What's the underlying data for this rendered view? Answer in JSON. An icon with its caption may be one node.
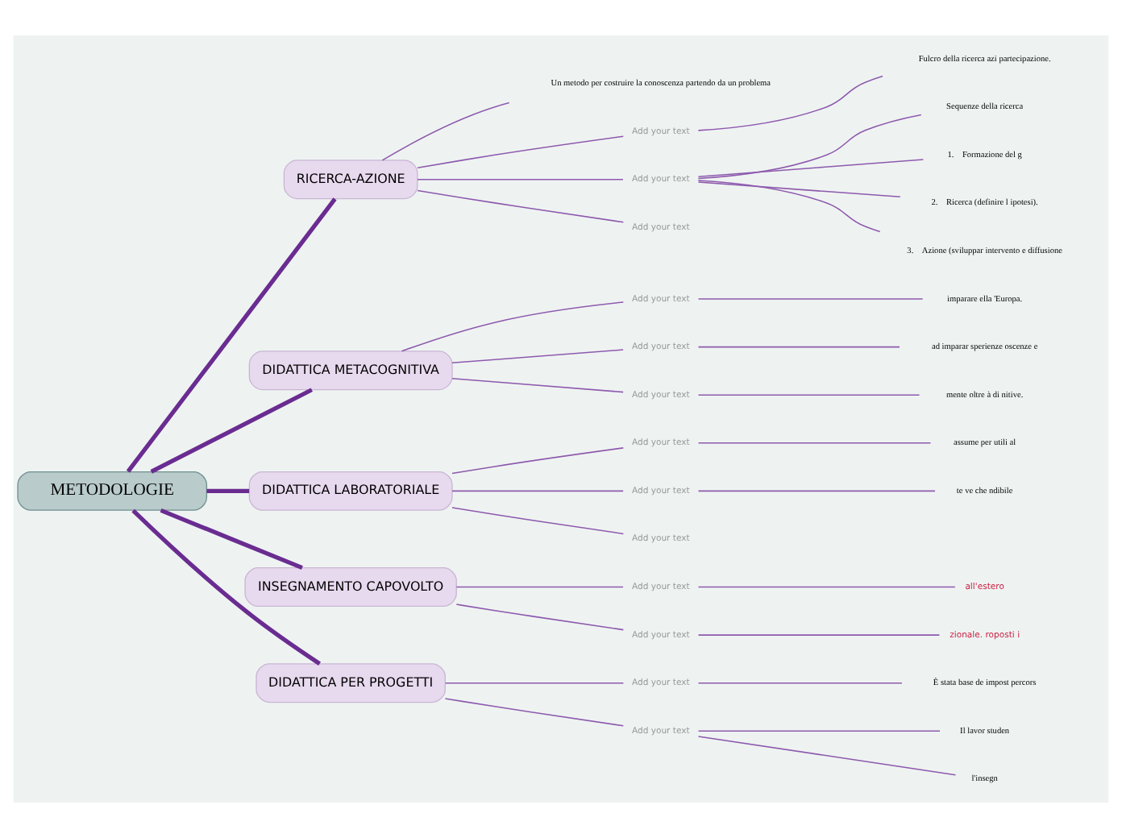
{
  "diagram": {
    "nodes": [
      {
        "text": [
          "METODOLOGIE"
        ]
      },
      {
        "text": [
          "RICERCA-AZIONE"
        ]
      },
      {
        "text": [
          "Un metodo per costruire la conoscenza partendo da un problema"
        ]
      },
      {
        "text": [
          "Add your text"
        ]
      },
      {
        "text": [
          "Fulcro della ricerca azi partecipazione."
        ]
      },
      {
        "text": [
          "Add your text"
        ]
      },
      {
        "text": [
          "Sequenze della ricerca"
        ]
      },
      {
        "text": [
          "1.    Formazione del g"
        ]
      },
      {
        "text": [
          "2.    Ricerca (definire l ipotesi)."
        ]
      },
      {
        "text": [
          "3.    Azione (sviluppar intervento e diffusione"
        ]
      },
      {
        "text": [
          "Add your text"
        ]
      },
      {
        "text": [
          "DIDATTICA METACOGNITIVA"
        ]
      },
      {
        "text": [
          "Add your text"
        ]
      },
      {
        "text": [
          "imparare ella 'Europa."
        ]
      },
      {
        "text": [
          "Add your text"
        ]
      },
      {
        "text": [
          "ad imparar sperienze oscenze e"
        ]
      },
      {
        "text": [
          "Add your text"
        ]
      },
      {
        "text": [
          "mente oltre à di nitive."
        ]
      },
      {
        "text": [
          "DIDATTICA LABORATORIALE"
        ]
      },
      {
        "text": [
          "Add your text"
        ]
      },
      {
        "text": [
          "assume per utili al"
        ]
      },
      {
        "text": [
          "Add your text"
        ]
      },
      {
        "text": [
          "te ve che ndibile"
        ]
      },
      {
        "text": [
          "Add your text"
        ]
      },
      {
        "text": [
          "INSEGNAMENTO CAPOVOLTO"
        ]
      },
      {
        "text": [
          "Add your text"
        ]
      },
      {
        "text": [
          "all'estero"
        ]
      },
      {
        "text": [
          "Add your text"
        ]
      },
      {
        "text": [
          "DIDATTICA PER PROGETTI"
        ]
      },
      {
        "text": [
          "Add your text"
        ]
      },
      {
        "text": [
          "È stata base de impost percors"
        ]
      },
      {
        "text": [
          "Add your text"
        ]
      },
      {
        "text": [
          "Il lavor studen"
        ]
      },
      {
        "text": [
          "l'insegn"
        ]
      },
      {
        "text": [
          "zionale. roposti i"
        ]
      }
    ],
    "edges": [
      {
        "from": 0,
        "to": 1,
        "arrow": "none",
        "style": "thick"
      },
      {
        "from": 1,
        "to": 2,
        "arrow": "none"
      },
      {
        "from": 1,
        "to": 3,
        "arrow": "none"
      },
      {
        "from": 3,
        "to": 4,
        "arrow": "none"
      },
      {
        "from": 1,
        "to": 5,
        "arrow": "none"
      },
      {
        "from": 5,
        "to": 6,
        "arrow": "none"
      },
      {
        "from": 5,
        "to": 7,
        "arrow": "none"
      },
      {
        "from": 5,
        "to": 8,
        "arrow": "none"
      },
      {
        "from": 5,
        "to": 9,
        "arrow": "none"
      },
      {
        "from": 1,
        "to": 10,
        "arrow": "none"
      },
      {
        "from": 0,
        "to": 11,
        "arrow": "none",
        "style": "thick"
      },
      {
        "from": 11,
        "to": 12,
        "arrow": "none"
      },
      {
        "from": 12,
        "to": 13,
        "arrow": "none"
      },
      {
        "from": 11,
        "to": 14,
        "arrow": "none"
      },
      {
        "from": 14,
        "to": 15,
        "arrow": "none"
      },
      {
        "from": 11,
        "to": 16,
        "arrow": "none"
      },
      {
        "from": 16,
        "to": 17,
        "arrow": "none"
      },
      {
        "from": 0,
        "to": 18,
        "arrow": "none",
        "style": "thick"
      },
      {
        "from": 18,
        "to": 19,
        "arrow": "none"
      },
      {
        "from": 19,
        "to": 20,
        "arrow": "none"
      },
      {
        "from": 18,
        "to": 21,
        "arrow": "none"
      },
      {
        "from": 21,
        "to": 22,
        "arrow": "none"
      },
      {
        "from": 18,
        "to": 23,
        "arrow": "none"
      },
      {
        "from": 0,
        "to": 24,
        "arrow": "none",
        "style": "thick"
      },
      {
        "from": 24,
        "to": 25,
        "arrow": "none"
      },
      {
        "from": 25,
        "to": 26,
        "arrow": "none"
      },
      {
        "from": 24,
        "to": 27,
        "arrow": "none"
      },
      {
        "from": 0,
        "to": 28,
        "arrow": "none",
        "style": "thick"
      },
      {
        "from": 28,
        "to": 29,
        "arrow": "none"
      },
      {
        "from": 29,
        "to": 30,
        "arrow": "none"
      },
      {
        "from": 28,
        "to": 31,
        "arrow": "none"
      },
      {
        "from": 31,
        "to": 32,
        "arrow": "none"
      },
      {
        "from": 31,
        "to": 33,
        "arrow": "none"
      },
      {
        "from": 27,
        "to": 34,
        "arrow": "none"
      }
    ]
  }
}
